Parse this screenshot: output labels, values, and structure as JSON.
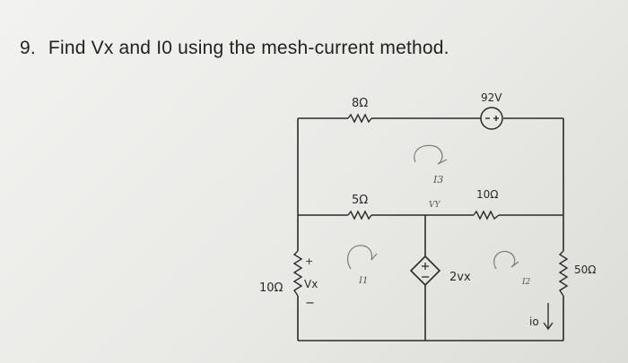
{
  "problem": {
    "number": "9.",
    "text": "Find Vx and I0 using the mesh-current method."
  },
  "circuit": {
    "r_top_label": "8Ω",
    "source_top_label": "92V",
    "r_mid_left_label": "5Ω",
    "r_mid_right_label": "10Ω",
    "r_left_label": "10Ω",
    "vx_label": "Vx",
    "vx_plus": "+",
    "vx_minus": "−",
    "dep_source_label": "2vx",
    "r_right_label": "50Ω",
    "io_label": "io"
  },
  "annotations": {
    "mesh_top_label": "I3",
    "mesh_left_label": "I1",
    "mesh_right_label": "I2",
    "node_label": "VY"
  }
}
